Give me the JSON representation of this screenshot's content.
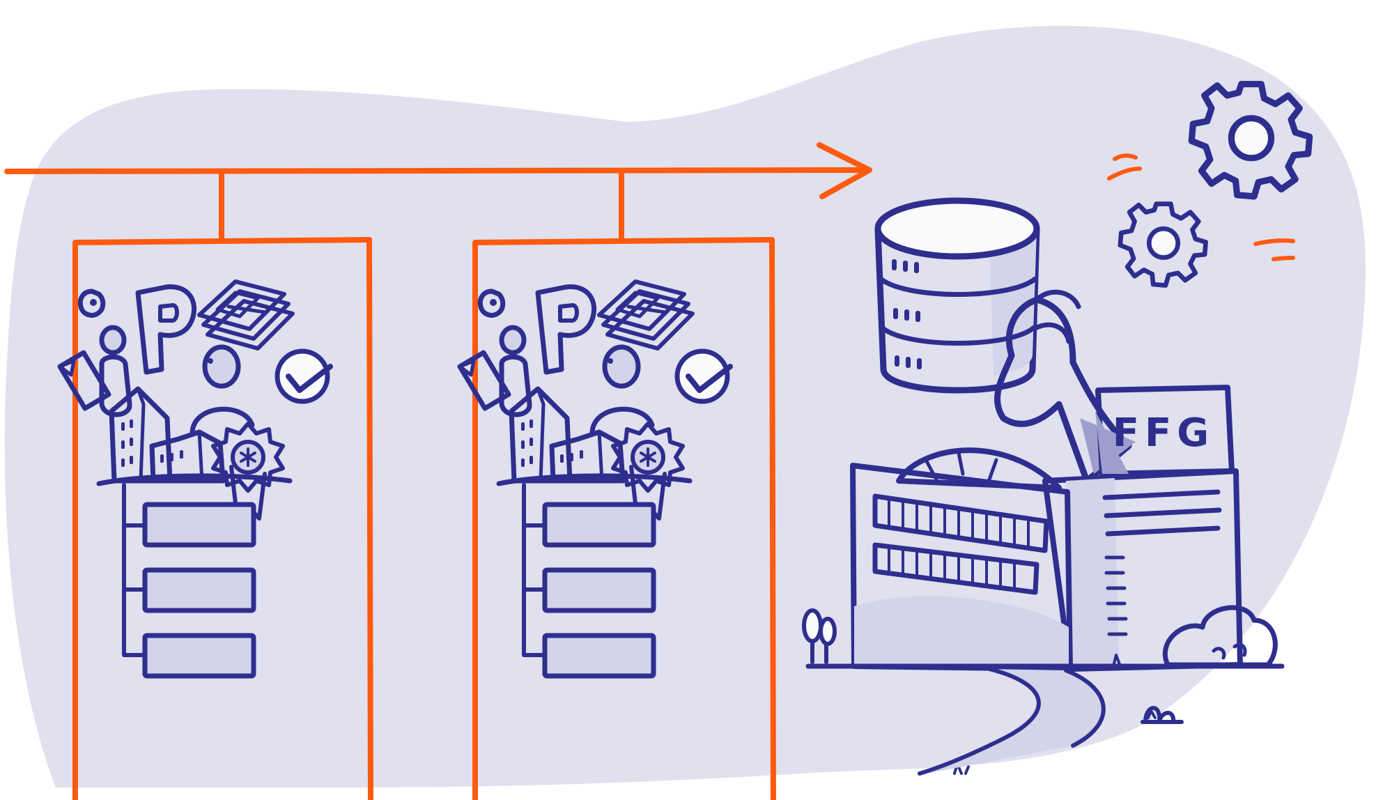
{
  "colors": {
    "background": "#ffffff",
    "blob": "#e0e0ee",
    "ink": "#2e2e8f",
    "fill_light": "#d3d3ea",
    "fill_mid": "#9e9ece",
    "paper": "#fafafd",
    "accent": "#ff5a0e"
  },
  "panels": [
    {
      "letters": "iP"
    },
    {
      "letters": "iP"
    }
  ],
  "building": {
    "sign_text": "FFG"
  },
  "icons": [
    "timeline-arrow-icon",
    "pin-icon",
    "money-stack-icon",
    "person-icon",
    "checkmark-badge-icon",
    "document-icon",
    "city-buildings-icon",
    "award-rosette-icon",
    "org-chart-icon",
    "database-icon",
    "hand-icon",
    "gear-icon",
    "building-icon",
    "tree-icon",
    "bush-icon",
    "path-icon"
  ]
}
